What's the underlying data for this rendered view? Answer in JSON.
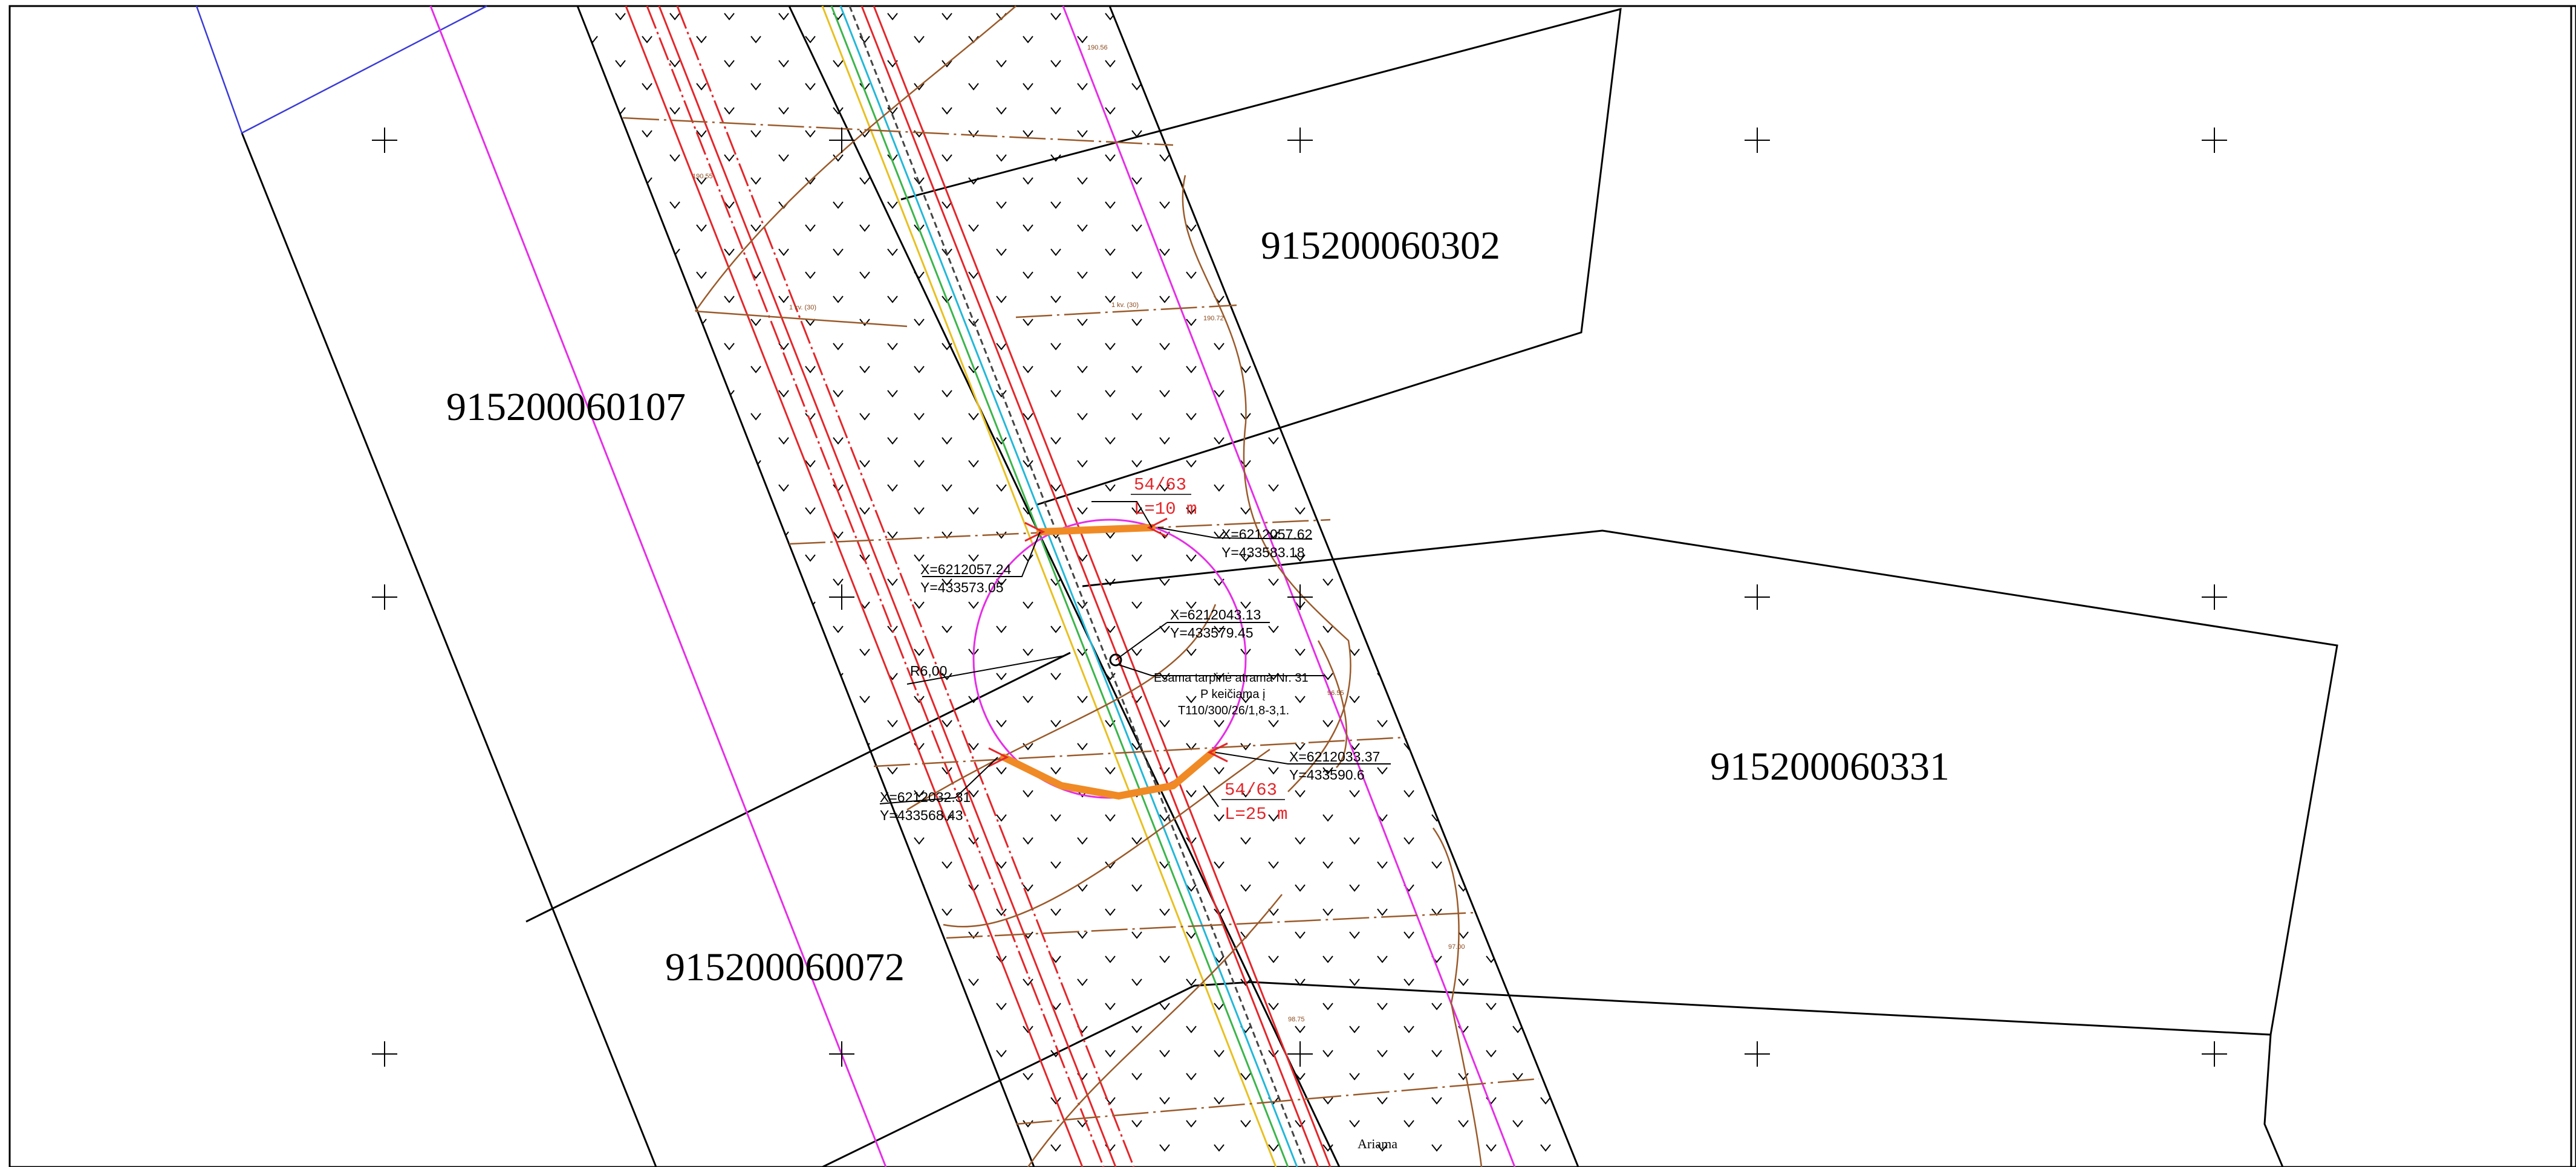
{
  "colors": {
    "background": "#ffffff",
    "parcel_boundary": "#000000",
    "existing_line": "#e4262a",
    "new_cable": "#f08a24",
    "magenta_line": "#e62ee6",
    "blue_line": "#3a3ad8",
    "brown_contour": "#9a5a2a",
    "green_line": "#3bb54a",
    "cyan_line": "#22b8d8",
    "yellow_line": "#e8c020"
  },
  "parcels": [
    {
      "id": "915200060302"
    },
    {
      "id": "915200060107"
    },
    {
      "id": "915200060331"
    },
    {
      "id": "915200060072"
    }
  ],
  "coordinates": [
    {
      "x": "X=6212057.62",
      "y": "Y=433583.18"
    },
    {
      "x": "X=6212057.24",
      "y": "Y=433573.05"
    },
    {
      "x": "X=6212043.13",
      "y": "Y=433579.45"
    },
    {
      "x": "X=6212033.37",
      "y": "Y=433590.6"
    },
    {
      "x": "X=6212032.31",
      "y": "Y=433568.43"
    }
  ],
  "cables": [
    {
      "spec": "54/63",
      "length": "L=10  m"
    },
    {
      "spec": "54/63",
      "length": "L=25  m"
    }
  ],
  "radius_label": "R6,00",
  "support_note": {
    "line1": "Esama tarpinė atrama Nr. 31",
    "line2": "P keičiama į",
    "line3": "T110/300/26/1,8-3,1."
  },
  "street_label": "Ariama",
  "small_marks": [
    "1 kv. (30)",
    "1 kv. (30)",
    "190.56",
    "190.55",
    "190.72",
    "96.55",
    "97.00",
    "98.75"
  ]
}
